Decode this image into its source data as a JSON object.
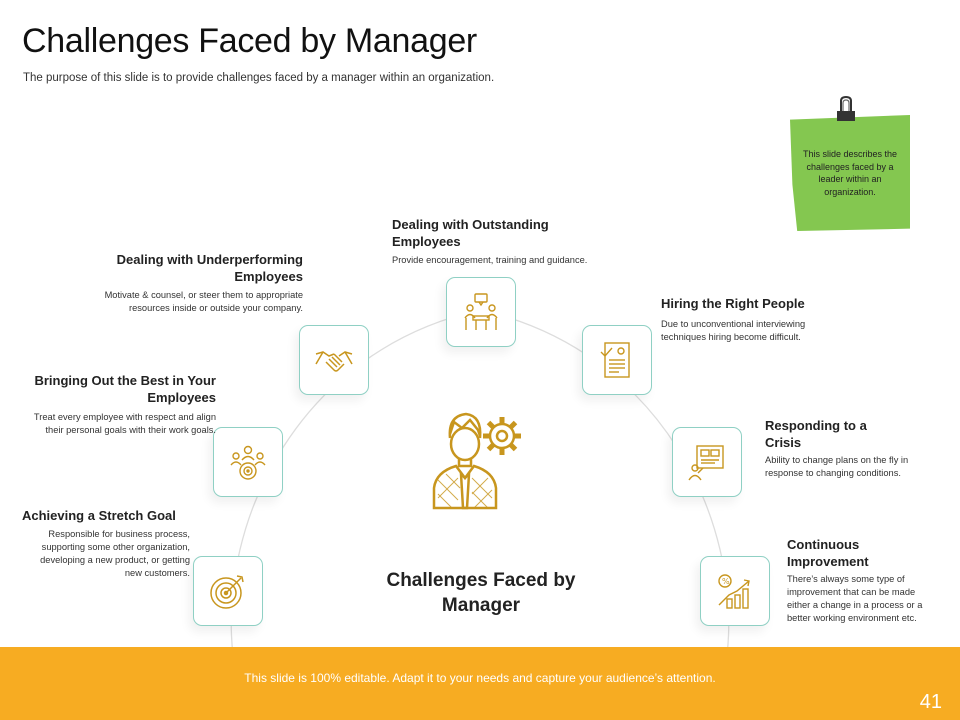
{
  "slide": {
    "title": "Challenges Faced by Manager",
    "subtitle": "The purpose of this slide is to provide challenges faced by a manager within an organization.",
    "center_title": "Challenges Faced by Manager",
    "note": "This slide describes the challenges faced by a leader within an organization.",
    "footer": "This slide is 100% editable. Adapt it to your needs and capture your audience’s attention.",
    "page_number": "41"
  },
  "challenges": [
    {
      "heading": "Achieving a Stretch Goal",
      "desc": "Responsible for business process, supporting some other organization, developing a new product, or getting new customers.",
      "icon": "target-icon"
    },
    {
      "heading": "Bringing Out the Best in Your Employees",
      "desc": "Treat every employee with respect and align their personal goals with their work goals.",
      "icon": "team-target-icon"
    },
    {
      "heading": "Dealing with Underperforming Employees",
      "desc": "Motivate & counsel, or steer them to appropriate resources inside or outside your company.",
      "icon": "handshake-icon"
    },
    {
      "heading": "Dealing with Outstanding Employees",
      "desc": "Provide encouragement, training and guidance.",
      "icon": "meeting-icon"
    },
    {
      "heading": "Hiring the Right People",
      "desc": "Due to unconventional interviewing techniques hiring become difficult.",
      "icon": "resume-icon"
    },
    {
      "heading": "Responding to a Crisis",
      "desc": "Ability to change plans on the fly in response to changing conditions.",
      "icon": "presentation-icon"
    },
    {
      "heading": "Continuous Improvement",
      "desc": "There’s always some type of improvement that can be made either a change in a process or a better working environment etc.",
      "icon": "growth-chart-icon"
    }
  ],
  "colors": {
    "accent": "#f7ac22",
    "icon": "#c8961e",
    "node_border": "#8fd0c4",
    "note": "#84c750"
  }
}
